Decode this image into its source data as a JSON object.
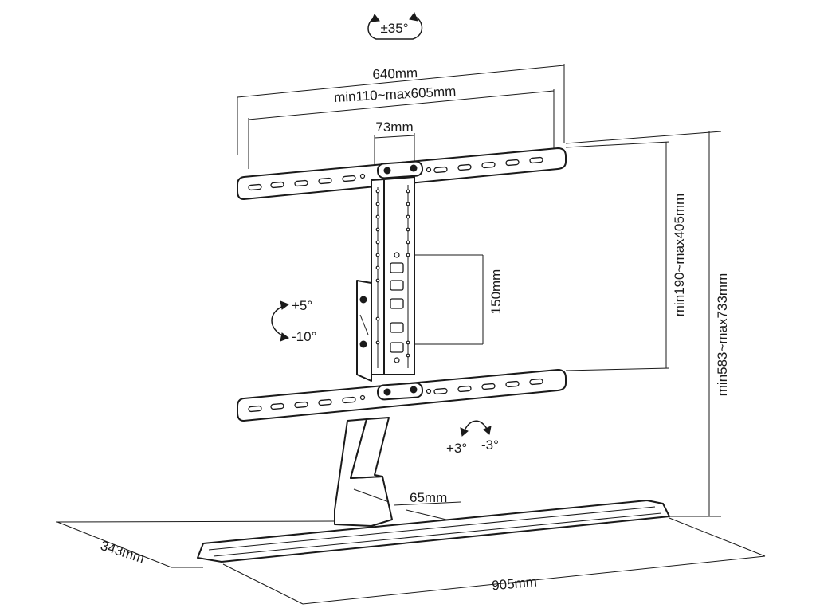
{
  "labels": {
    "swivel": "±35°",
    "width_outer": "640mm",
    "width_range": "min110~max605mm",
    "clamp_gap": "73mm",
    "bracket_pitch": "150mm",
    "bracket_range": "min190~max405mm",
    "total_height": "min583~max733mm",
    "tilt_up": "+5°",
    "tilt_down": "-10°",
    "roll_plus": "+3°",
    "roll_minus": "-3°",
    "column_offset": "65mm",
    "base_depth": "343mm",
    "base_width": "905mm"
  }
}
